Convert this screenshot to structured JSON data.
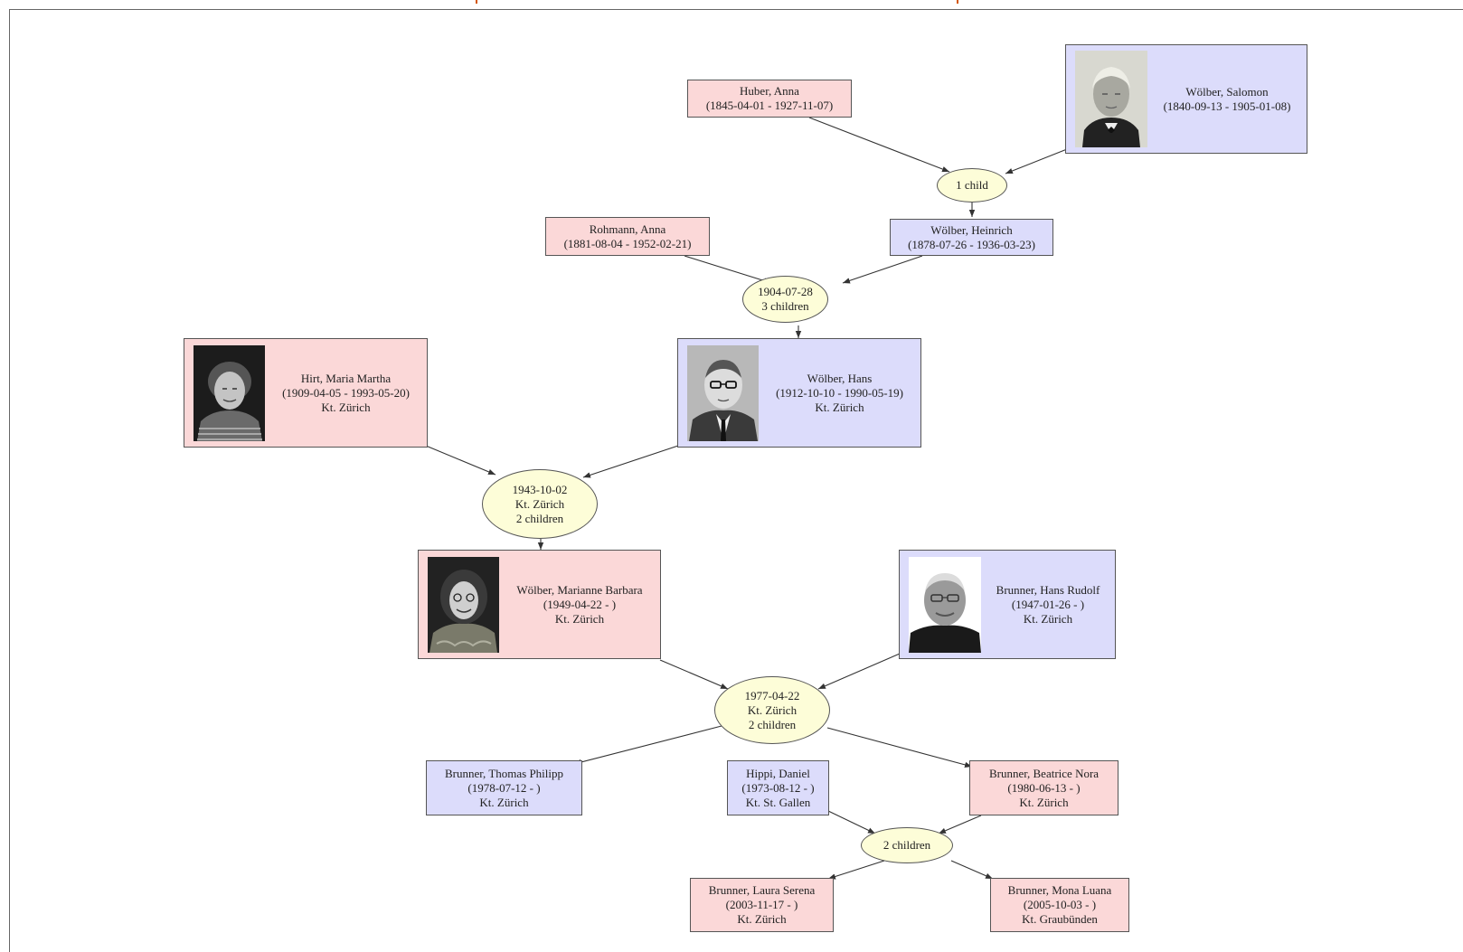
{
  "people": {
    "huber_anna": {
      "name": "Huber, Anna",
      "dates": "(1845-04-01 - 1927-11-07)"
    },
    "wolber_salomon": {
      "name": "Wölber, Salomon",
      "dates": "(1840-09-13 - 1905-01-08)",
      "photo": "portrait-photo"
    },
    "rohmann_anna": {
      "name": "Rohmann, Anna",
      "dates": "(1881-08-04 - 1952-02-21)"
    },
    "wolber_heinrich": {
      "name": "Wölber, Heinrich",
      "dates": "(1878-07-26 - 1936-03-23)"
    },
    "hirt_maria": {
      "name": "Hirt, Maria Martha",
      "dates": "(1909-04-05 - 1993-05-20)",
      "place": "Kt. Zürich",
      "photo": "portrait-photo"
    },
    "wolber_hans": {
      "name": "Wölber, Hans",
      "dates": "(1912-10-10 - 1990-05-19)",
      "place": "Kt. Zürich",
      "photo": "portrait-photo"
    },
    "wolber_marianne": {
      "name": "Wölber, Marianne Barbara",
      "dates": "(1949-04-22 - )",
      "place": "Kt. Zürich",
      "photo": "portrait-photo"
    },
    "brunner_hans_rudolf": {
      "name": "Brunner, Hans Rudolf",
      "dates": "(1947-01-26 - )",
      "place": "Kt. Zürich",
      "photo": "portrait-photo"
    },
    "brunner_thomas": {
      "name": "Brunner, Thomas Philipp",
      "dates": "(1978-07-12 - )",
      "place": "Kt. Zürich"
    },
    "hippi_daniel": {
      "name": "Hippi, Daniel",
      "dates": "(1973-08-12 - )",
      "place": "Kt. St. Gallen"
    },
    "brunner_beatrice": {
      "name": "Brunner, Beatrice Nora",
      "dates": "(1980-06-13 - )",
      "place": "Kt. Zürich"
    },
    "brunner_laura": {
      "name": "Brunner, Laura Serena",
      "dates": "(2003-11-17 - )",
      "place": "Kt. Zürich"
    },
    "brunner_mona": {
      "name": "Brunner, Mona Luana",
      "dates": "(2005-10-03 - )",
      "place": "Kt. Graubünden"
    }
  },
  "families": {
    "f1": {
      "line1": "1 child"
    },
    "f2": {
      "line1": "1904-07-28",
      "line2": "3 children"
    },
    "f3": {
      "line1": "1943-10-02",
      "line2": "Kt. Zürich",
      "line3": "2 children"
    },
    "f4": {
      "line1": "1977-04-22",
      "line2": "Kt. Zürich",
      "line3": "2 children"
    },
    "f5": {
      "line1": "2 children"
    }
  },
  "colors": {
    "female": "#fbd8d8",
    "male": "#dcdcfb",
    "family": "#fdfdd8",
    "edge": "#333333"
  }
}
